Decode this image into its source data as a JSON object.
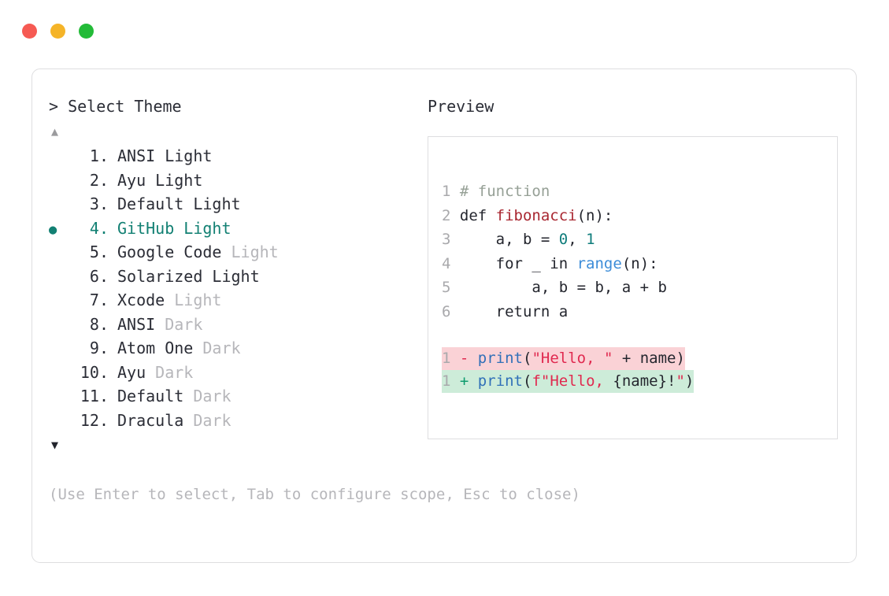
{
  "window": {
    "traffic_lights": [
      {
        "name": "close",
        "color": "#F65A53"
      },
      {
        "name": "minimize",
        "color": "#F5B428"
      },
      {
        "name": "maximize",
        "color": "#23BB38"
      }
    ]
  },
  "selector": {
    "prompt_symbol": ">",
    "prompt_title": "Select Theme",
    "scroll_up_glyph": "▲",
    "scroll_down_glyph": "▼",
    "selected_index": 4,
    "bullet_glyph": "●",
    "accent_color": "#128073",
    "items": [
      {
        "index": "1.",
        "name": "ANSI",
        "mode": " Light",
        "mode_muted": false,
        "selected": false
      },
      {
        "index": "2.",
        "name": "Ayu",
        "mode": " Light",
        "mode_muted": false,
        "selected": false
      },
      {
        "index": "3.",
        "name": "Default",
        "mode": " Light",
        "mode_muted": false,
        "selected": false
      },
      {
        "index": "4.",
        "name": "GitHub",
        "mode": " Light",
        "mode_muted": false,
        "selected": true
      },
      {
        "index": "5.",
        "name": "Google Code",
        "mode": " Light",
        "mode_muted": true,
        "selected": false
      },
      {
        "index": "6.",
        "name": "Solarized",
        "mode": " Light",
        "mode_muted": false,
        "selected": false
      },
      {
        "index": "7.",
        "name": "Xcode",
        "mode": " Light",
        "mode_muted": true,
        "selected": false
      },
      {
        "index": "8.",
        "name": "ANSI",
        "mode": " Dark",
        "mode_muted": true,
        "selected": false
      },
      {
        "index": "9.",
        "name": "Atom One",
        "mode": " Dark",
        "mode_muted": true,
        "selected": false
      },
      {
        "index": "10.",
        "name": "Ayu",
        "mode": " Dark",
        "mode_muted": true,
        "selected": false
      },
      {
        "index": "11.",
        "name": "Default",
        "mode": " Dark",
        "mode_muted": true,
        "selected": false
      },
      {
        "index": "12.",
        "name": "Dracula",
        "mode": " Dark",
        "mode_muted": true,
        "selected": false
      }
    ]
  },
  "preview": {
    "label": "Preview",
    "code_lines": [
      {
        "ln": "1",
        "tokens": [
          {
            "t": "# function",
            "c": "comment"
          }
        ]
      },
      {
        "ln": "2",
        "tokens": [
          {
            "t": "def ",
            "c": "kw"
          },
          {
            "t": "fibonacci",
            "c": "fn"
          },
          {
            "t": "(n):",
            "c": "plain"
          }
        ]
      },
      {
        "ln": "3",
        "tokens": [
          {
            "t": "    a, b = ",
            "c": "plain"
          },
          {
            "t": "0",
            "c": "num"
          },
          {
            "t": ", ",
            "c": "plain"
          },
          {
            "t": "1",
            "c": "num"
          }
        ]
      },
      {
        "ln": "4",
        "tokens": [
          {
            "t": "    for _ in ",
            "c": "plain"
          },
          {
            "t": "range",
            "c": "builtin"
          },
          {
            "t": "(n):",
            "c": "plain"
          }
        ]
      },
      {
        "ln": "5",
        "tokens": [
          {
            "t": "        a, b = b, a + b",
            "c": "plain"
          }
        ]
      },
      {
        "ln": "6",
        "tokens": [
          {
            "t": "    return a",
            "c": "plain"
          }
        ]
      }
    ],
    "diff_lines": [
      {
        "ln": "1",
        "sign": "-",
        "kind": "del",
        "tokens": [
          {
            "t": "print",
            "c": "call"
          },
          {
            "t": "(",
            "c": "plain"
          },
          {
            "t": "\"Hello, \"",
            "c": "str"
          },
          {
            "t": " + name)",
            "c": "plain"
          }
        ]
      },
      {
        "ln": "1",
        "sign": "+",
        "kind": "add",
        "tokens": [
          {
            "t": "print",
            "c": "call"
          },
          {
            "t": "(",
            "c": "plain"
          },
          {
            "t": "f\"Hello, ",
            "c": "str"
          },
          {
            "t": "{name}!",
            "c": "plain"
          },
          {
            "t": "\"",
            "c": "str"
          },
          {
            "t": ")",
            "c": "plain"
          }
        ]
      }
    ],
    "diff_colors": {
      "delete_bg": "#FAD2D6",
      "add_bg": "#CDECD9"
    }
  },
  "footer": {
    "hint": "(Use Enter to select, Tab to configure scope, Esc to close)"
  }
}
